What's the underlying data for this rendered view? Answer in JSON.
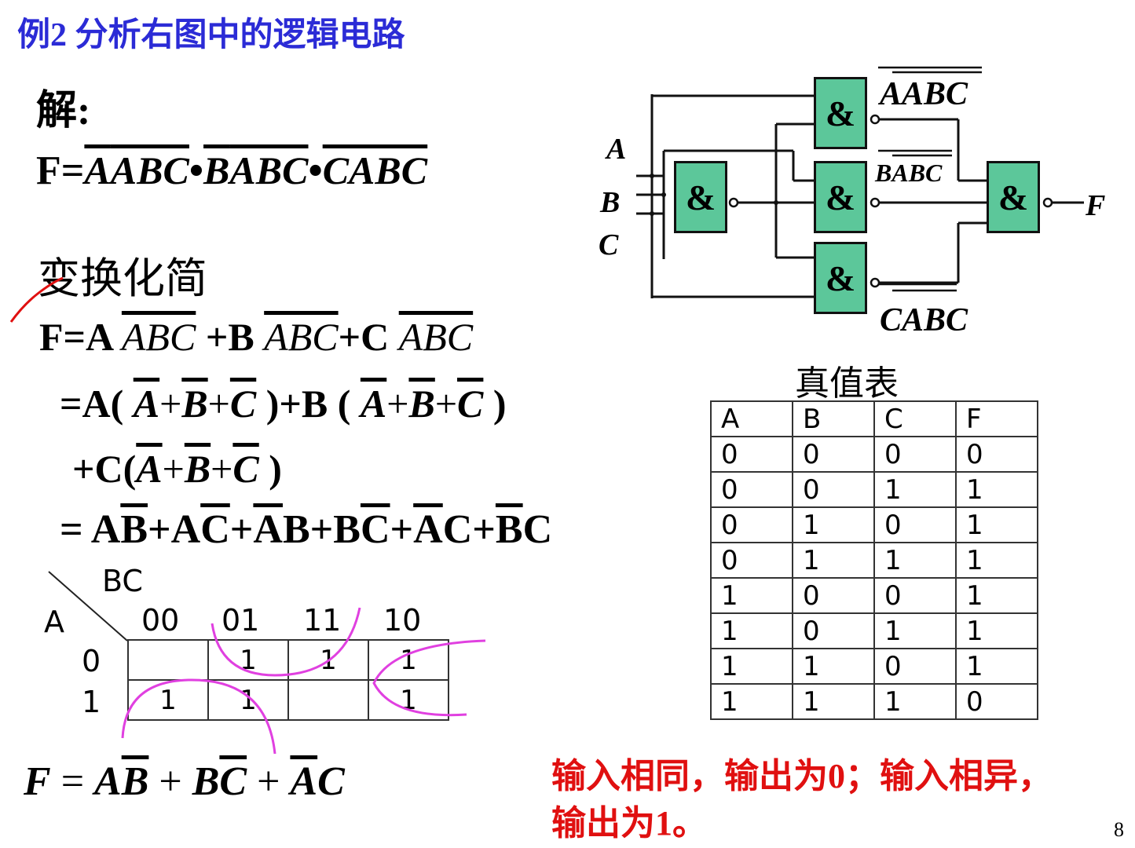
{
  "title": "例2 分析右图中的逻辑电路",
  "solution_label": "解:",
  "f_prefix": "F=",
  "f_terms": [
    {
      "var": "A",
      "bar": "ABC"
    },
    {
      "var": "B",
      "bar": "ABC"
    },
    {
      "var": "C",
      "bar": "ABC"
    }
  ],
  "f_dot": "•",
  "simplify_heading": "变换化简",
  "step1": {
    "prefix": "F=A",
    "bar": "ABC",
    "p2": " +B ",
    "p3": "+C "
  },
  "step2": {
    "prefix": "=A( ",
    "mid": " )+B ( ",
    "suffix": " )"
  },
  "step3": {
    "prefix": "+C(",
    "suffix": " )"
  },
  "sum_vars": [
    "A",
    "B",
    "C"
  ],
  "step4": [
    "= A",
    "B",
    "+A",
    "C",
    "+",
    "A",
    "B+B",
    "C",
    "+",
    "A",
    "C+",
    "B",
    "C"
  ],
  "final": {
    "lhs": "F",
    "eq": " = ",
    "t1a": "A",
    "t1b": "B",
    "p1": " + ",
    "t2a": "B",
    "t2b": "C",
    "p2": " + ",
    "t3a": "A",
    "t3b": "C"
  },
  "circuit": {
    "inputs": [
      "A",
      "B",
      "C"
    ],
    "gate_symbol": "&",
    "output": "F",
    "label_top": {
      "n1": "A",
      "rest": "ABC"
    },
    "label_mid": {
      "n1": "B",
      "rest": "ABC"
    },
    "label_bot": {
      "n1": "C",
      "rest": "ABC"
    }
  },
  "truth_table": {
    "title": "真值表",
    "headers": [
      "A",
      "B",
      "C",
      "F"
    ],
    "rows": [
      [
        "0",
        "0",
        "0",
        "0"
      ],
      [
        "0",
        "0",
        "1",
        "1"
      ],
      [
        "0",
        "1",
        "0",
        "1"
      ],
      [
        "0",
        "1",
        "1",
        "1"
      ],
      [
        "1",
        "0",
        "0",
        "1"
      ],
      [
        "1",
        "0",
        "1",
        "1"
      ],
      [
        "1",
        "1",
        "0",
        "1"
      ],
      [
        "1",
        "1",
        "1",
        "0"
      ]
    ]
  },
  "kmap": {
    "col_var": "BC",
    "row_var": "A",
    "col_labels": [
      "00",
      "01",
      "11",
      "10"
    ],
    "row_labels": [
      "0",
      "1"
    ],
    "cells": [
      [
        "",
        "1",
        "1",
        "1"
      ],
      [
        "1",
        "1",
        "",
        "1"
      ]
    ]
  },
  "note_line1": "输入相同，输出为0；输入相异，",
  "note_line2": "输出为1。",
  "page_number": "8",
  "colors": {
    "title": "#2b2bd6",
    "note": "#e01010",
    "gate": "#5cc79a",
    "loop": "#e040e0"
  }
}
